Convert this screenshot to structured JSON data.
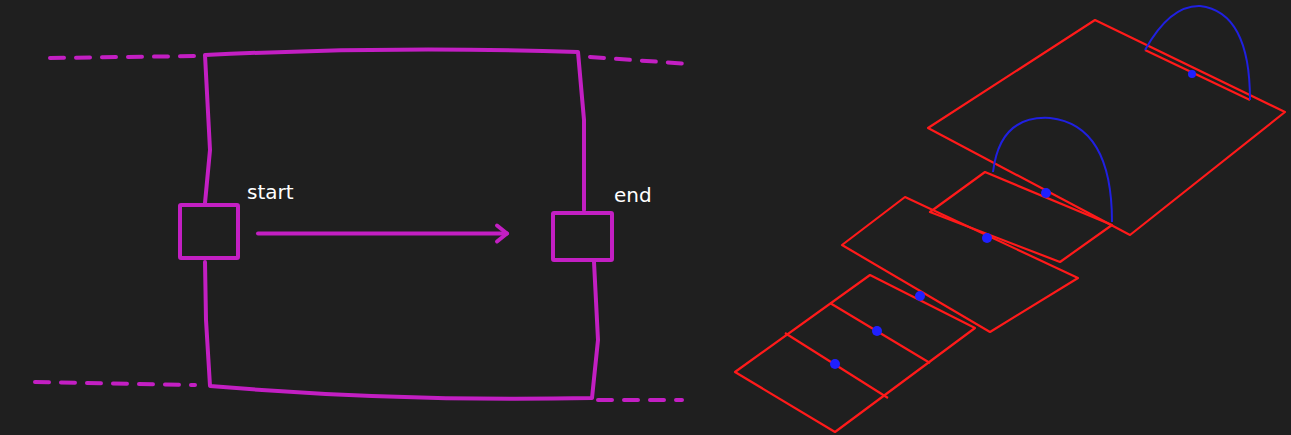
{
  "diagram": {
    "nodes": [
      {
        "text": [
          "start"
        ]
      },
      {
        "text": [
          "end"
        ]
      }
    ],
    "edges": [
      {
        "from": 0,
        "to": 1,
        "arrow": "to"
      }
    ]
  }
}
